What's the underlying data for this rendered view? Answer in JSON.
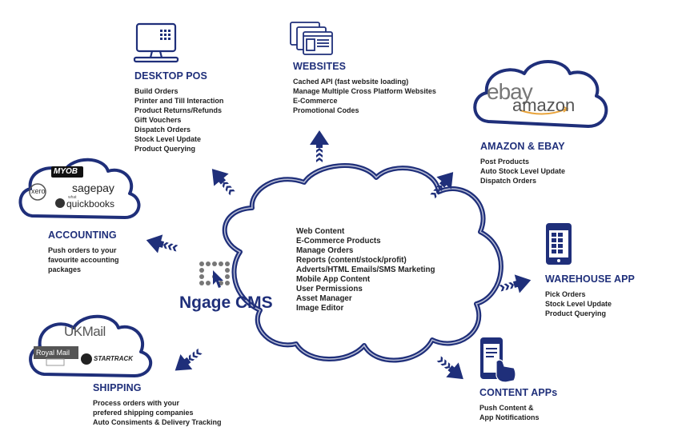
{
  "center": {
    "brand": "Ngage CMS",
    "features": [
      "Web Content",
      "E-Commerce Products",
      "Manage Orders",
      "Reports (content/stock/profit)",
      "Adverts/HTML Emails/SMS Marketing",
      "Mobile App Content",
      "User Permissions",
      "Asset Manager",
      "Image Editor"
    ]
  },
  "desktop_pos": {
    "title": "DESKTOP POS",
    "items": [
      "Build Orders",
      "Printer and Till Interaction",
      "Product Returns/Refunds",
      "Gift Vouchers",
      "Dispatch Orders",
      "Stock Level Update",
      "Product Querying"
    ]
  },
  "websites": {
    "title": "WEBSITES",
    "items": [
      "Cached API (fast website loading)",
      "Manage Multiple Cross Platform Websites",
      "E-Commerce",
      "Promotional Codes"
    ]
  },
  "amazon_ebay": {
    "title": "AMAZON & EBAY",
    "items": [
      "Post Products",
      "Auto Stock Level Update",
      "Dispatch Orders"
    ],
    "logos": {
      "ebay": "ebay",
      "amazon": "amazon"
    }
  },
  "accounting": {
    "title": "ACCOUNTING",
    "text_lines": [
      "Push orders to your",
      "favourite accounting",
      "packages"
    ],
    "logos": {
      "myob": "MYOB",
      "xero": "xero",
      "sage": "sagepay",
      "qb_small": "what",
      "qb": "quickbooks"
    }
  },
  "warehouse_app": {
    "title": "WAREHOUSE APP",
    "items": [
      "Pick Orders",
      "Stock Level Update",
      "Product Querying"
    ]
  },
  "shipping": {
    "title": "SHIPPING",
    "items": [
      "Process orders with your",
      "prefered shipping companies",
      "Auto Consiments & Delivery Tracking"
    ],
    "logos": {
      "ukmail": "UKMail",
      "royalmail": "Royal Mail",
      "startrack": "STARTRACK"
    }
  },
  "content_apps": {
    "title": "CONTENT APPs",
    "items": [
      "Push Content &",
      "App Notifications"
    ]
  },
  "icons": {
    "desktop": "desktop-pos-icon",
    "websites": "websites-icon",
    "warehouse": "warehouse-tablet-icon",
    "content": "phone-touch-icon",
    "ngage": "ngage-logo-icon"
  },
  "colors": {
    "navy": "#1f2f7a",
    "accent": "#2b3d8f",
    "text": "#222222"
  }
}
